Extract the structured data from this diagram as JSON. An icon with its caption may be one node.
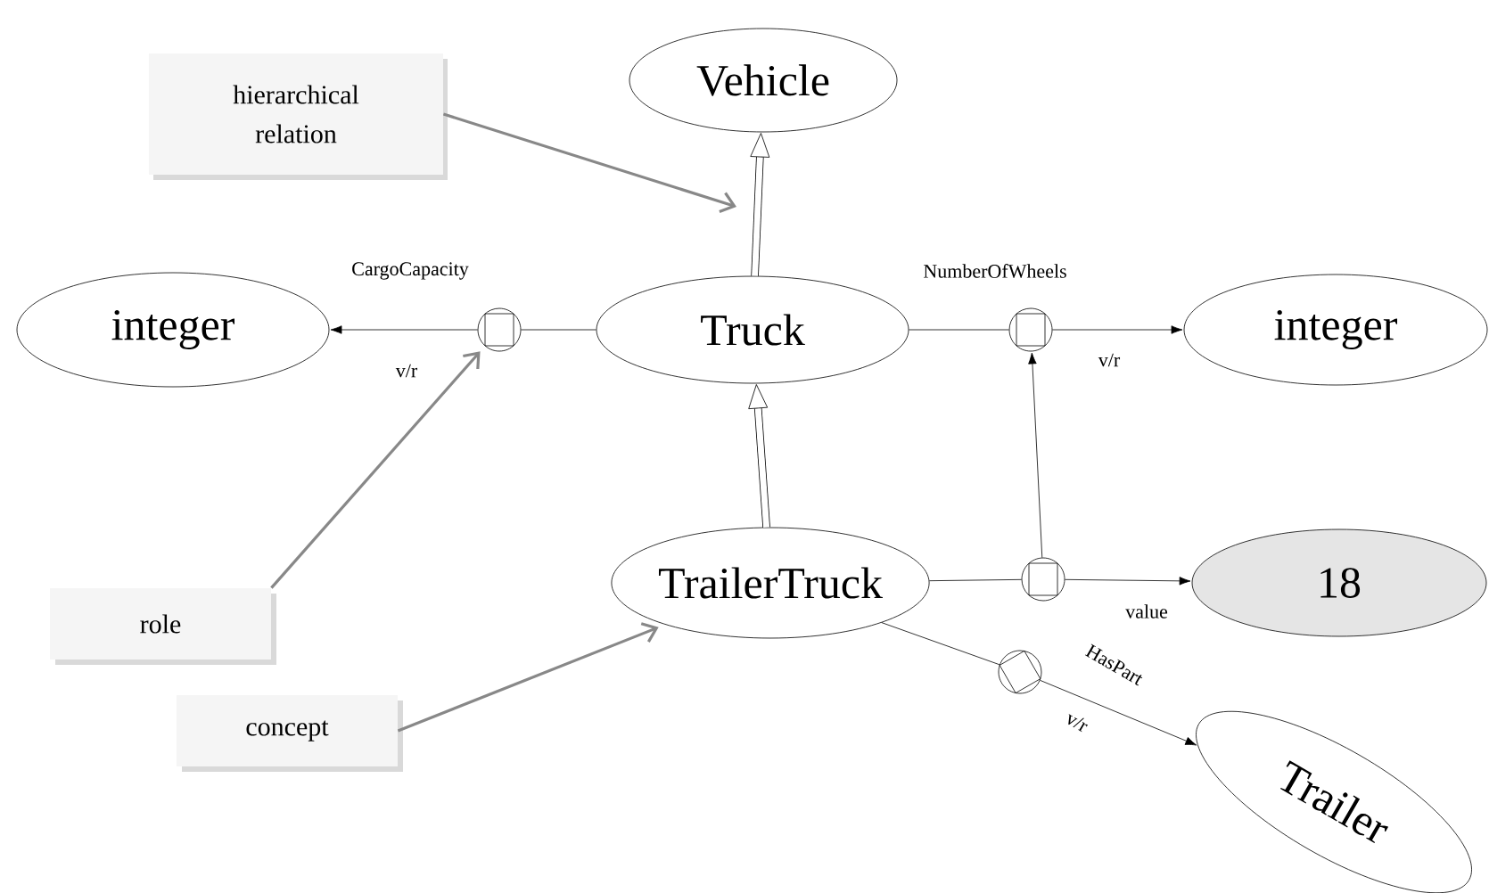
{
  "diagram": {
    "nodes": [
      {
        "text": [
          "Vehicle"
        ]
      },
      {
        "text": [
          "integer"
        ]
      },
      {
        "text": [
          "Truck"
        ]
      },
      {
        "text": [
          "integer"
        ]
      },
      {
        "text": [
          "TrailerTruck"
        ]
      },
      {
        "text": [
          "18"
        ]
      },
      {
        "text": [
          "Trailer"
        ]
      },
      {
        "text": [],
        "shape": "circle"
      },
      {
        "text": [],
        "shape": "circle"
      },
      {
        "text": [],
        "shape": "circle"
      },
      {
        "text": [],
        "shape": "circle"
      },
      {
        "text": [
          "hierarchical relation"
        ]
      },
      {
        "text": [
          "role"
        ]
      },
      {
        "text": [
          "concept"
        ]
      }
    ],
    "edges": [
      {
        "from": 2,
        "to": 0,
        "arrow": "to",
        "style": "thick"
      },
      {
        "from": 4,
        "to": 2,
        "arrow": "to",
        "style": "thick"
      },
      {
        "from": 2,
        "to": 7,
        "arrow": "none"
      },
      {
        "from": 7,
        "to": 1,
        "arrow": "to",
        "label": "v/r"
      },
      {
        "from": 2,
        "to": 8,
        "arrow": "none"
      },
      {
        "from": 8,
        "to": 3,
        "arrow": "to",
        "label": "v/r"
      },
      {
        "from": 4,
        "to": 9,
        "arrow": "none"
      },
      {
        "from": 9,
        "to": 5,
        "arrow": "to",
        "label": "value"
      },
      {
        "from": 9,
        "to": 8,
        "arrow": "to"
      },
      {
        "from": 4,
        "to": 10,
        "arrow": "none"
      },
      {
        "from": 10,
        "to": 6,
        "arrow": "to",
        "label": "v/r"
      },
      {
        "from": 11,
        "to": null,
        "arrow": "to",
        "color": "#888888"
      },
      {
        "from": 12,
        "to": 7,
        "arrow": "to",
        "color": "#888888"
      },
      {
        "from": 13,
        "to": 4,
        "arrow": "to",
        "color": "#888888"
      }
    ],
    "labels": [
      "CargoCapacity",
      "NumberOfWheels",
      "HasPart"
    ]
  }
}
